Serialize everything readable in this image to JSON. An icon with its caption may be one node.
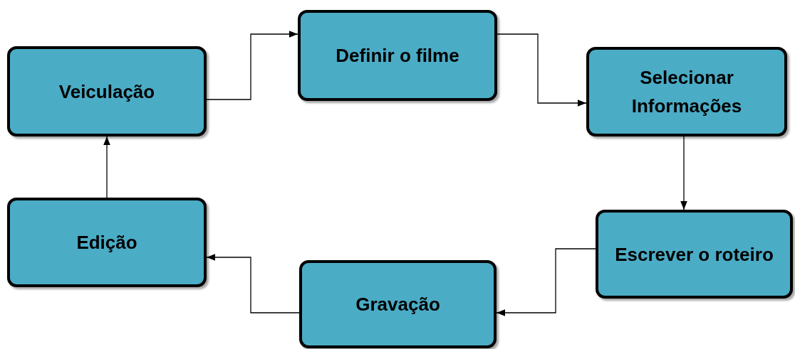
{
  "diagram": {
    "nodes": [
      {
        "text": [
          "Veiculação"
        ]
      },
      {
        "text": [
          "Definir o filme"
        ]
      },
      {
        "text": [
          "Selecionar Informações"
        ]
      },
      {
        "text": [
          "Escrever o roteiro"
        ]
      },
      {
        "text": [
          "Gravação"
        ]
      },
      {
        "text": [
          "Edição"
        ]
      }
    ],
    "edges": [
      {
        "from": 0,
        "to": 1,
        "arrow": "to"
      },
      {
        "from": 1,
        "to": 2,
        "arrow": "to"
      },
      {
        "from": 2,
        "to": 3,
        "arrow": "to"
      },
      {
        "from": 3,
        "to": 4,
        "arrow": "to"
      },
      {
        "from": 4,
        "to": 5,
        "arrow": "to"
      },
      {
        "from": 5,
        "to": 0,
        "arrow": "to"
      }
    ]
  }
}
